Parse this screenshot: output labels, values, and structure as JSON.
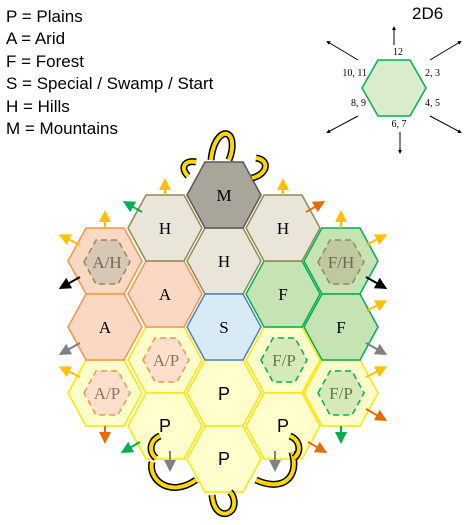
{
  "legend": [
    "P = Plains",
    "A = Arid",
    "F = Forest",
    "S = Special / Swamp / Start",
    "H = Hills",
    "M = Mountains"
  ],
  "dice": {
    "title": "2D6",
    "rolls": {
      "n": "12",
      "ne": "2, 3",
      "se": "4, 5",
      "s": "6, 7",
      "sw": "8, 9",
      "nw": "10, 11"
    }
  },
  "hexes": {
    "m": "M",
    "h_top_left": "H",
    "h_top_right": "H",
    "h_center": "H",
    "a_upper": "A",
    "f_upper": "F",
    "s_center": "S",
    "a_left": "A",
    "f_right": "F",
    "ah_ghost": "A/H",
    "fh_ghost": "F/H",
    "ap_ghost_inner": "A/P",
    "fp_ghost_inner": "F/P",
    "ap_ghost_outer": "A/P",
    "fp_ghost_outer": "F/P",
    "p_center": "P",
    "p_left": "P",
    "p_right": "P",
    "p_bottom": "P"
  },
  "colors": {
    "mountain": "#a8a59a",
    "hills": "#e9e5d9",
    "arid": "#fbd8c4",
    "forest": "#c6e3b4",
    "special": "#d8eaf4",
    "plains": "#ffffcc",
    "arrow_yellow": "#ffc000",
    "arrow_orange": "#e46c0a",
    "arrow_green": "#00b050",
    "arrow_gray": "#808080"
  }
}
